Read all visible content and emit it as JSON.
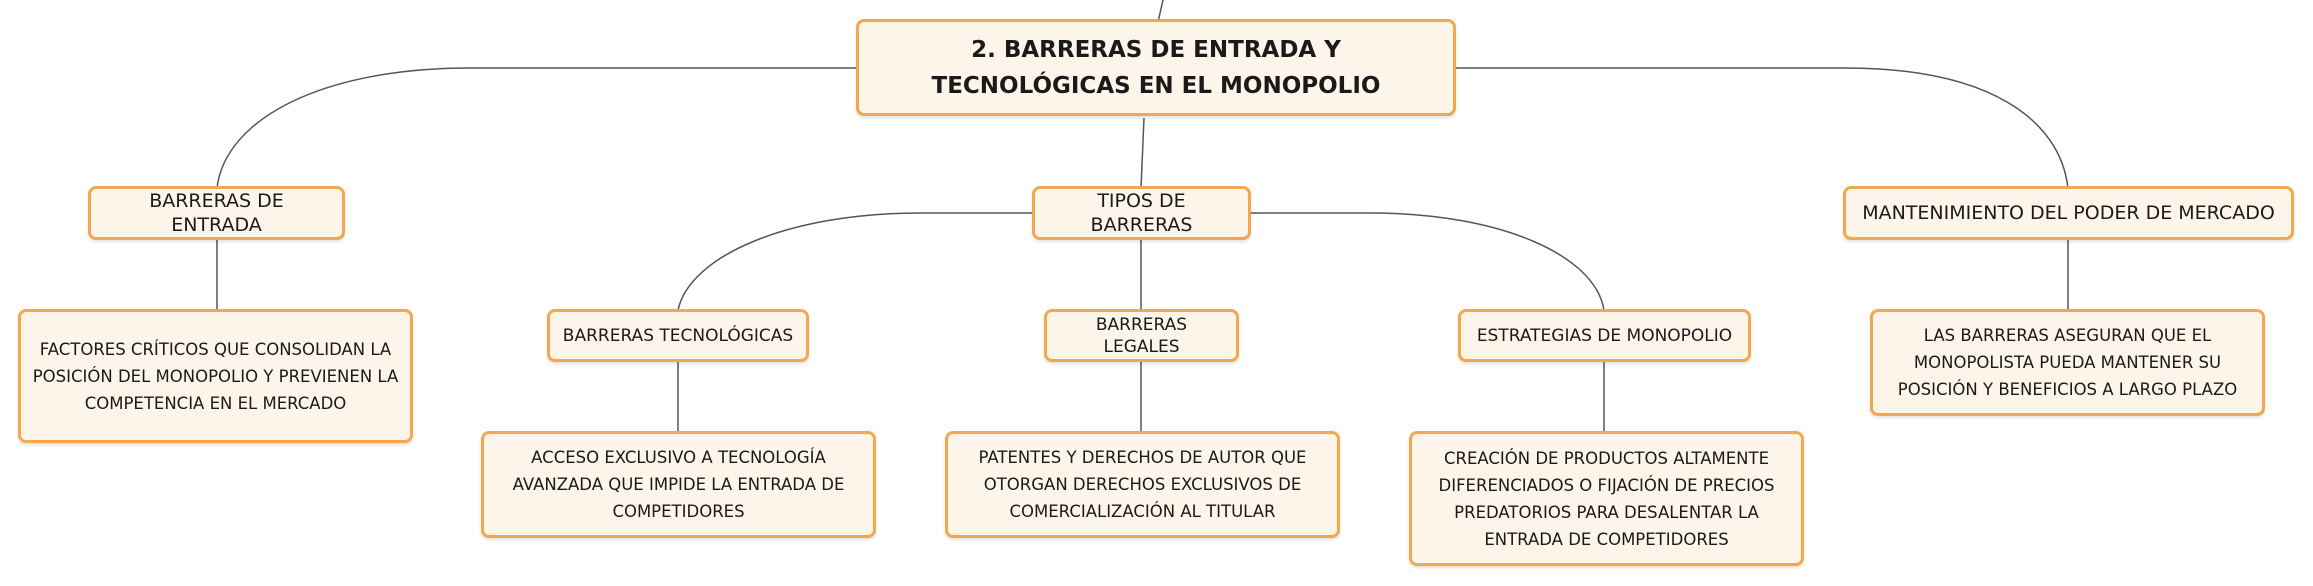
{
  "diagram": {
    "root": {
      "label": "2. BARRERAS DE ENTRADA Y TECNOLÓGICAS EN EL MONOPOLIO"
    },
    "barreras_entrada": {
      "label": "BARRERAS DE ENTRADA",
      "detail": "FACTORES CRÍTICOS QUE CONSOLIDAN LA POSICIÓN DEL MONOPOLIO Y PREVIENEN LA COMPETENCIA EN EL MERCADO"
    },
    "tipos_barreras": {
      "label": "TIPOS DE BARRERAS",
      "children": {
        "tecnologicas": {
          "label": "BARRERAS TECNOLÓGICAS",
          "detail": "ACCESO EXCLUSIVO A TECNOLOGÍA AVANZADA QUE IMPIDE LA ENTRADA DE COMPETIDORES"
        },
        "legales": {
          "label": "BARRERAS LEGALES",
          "detail": "PATENTES Y DERECHOS DE AUTOR QUE OTORGAN DERECHOS EXCLUSIVOS DE COMERCIALIZACIÓN AL TITULAR"
        },
        "estrategias": {
          "label": "ESTRATEGIAS DE MONOPOLIO",
          "detail": "CREACIÓN DE PRODUCTOS ALTAMENTE DIFERENCIADOS O FIJACIÓN DE PRECIOS PREDATORIOS PARA DESALENTAR LA ENTRADA DE COMPETIDORES"
        }
      }
    },
    "mantenimiento": {
      "label": "MANTENIMIENTO DEL PODER DE MERCADO",
      "detail": "LAS BARRERAS ASEGURAN QUE EL MONOPOLISTA PUEDA MANTENER SU POSICIÓN Y BENEFICIOS A LARGO PLAZO"
    }
  },
  "colors": {
    "node_fill": "#fdf4ea",
    "node_border": "#f2a84e",
    "connector": "#555555"
  }
}
